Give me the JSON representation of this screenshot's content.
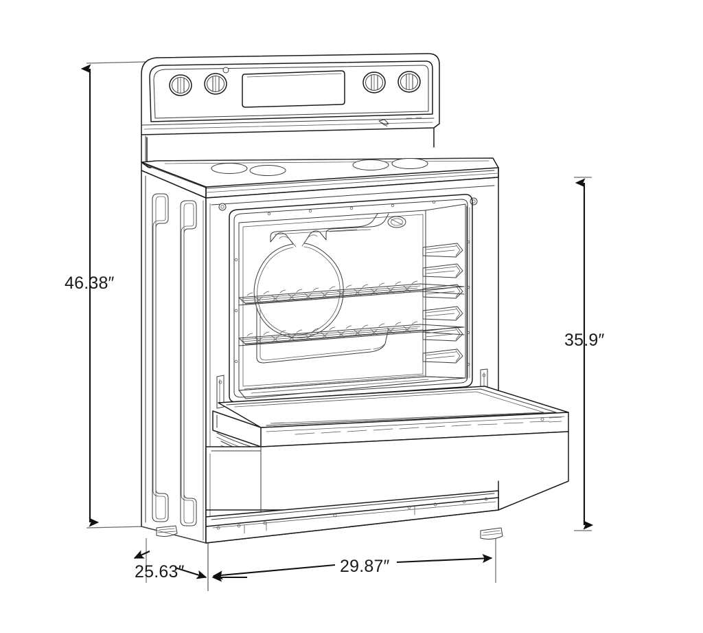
{
  "drawing": {
    "title": "Freestanding electric range dimension drawing",
    "view": "front three-quarter perspective, oven door open",
    "background_color": "#ffffff",
    "line_color": "#1a1a1a",
    "units": "inches"
  },
  "dimensions": {
    "overall_height": {
      "value": "46.38″",
      "orientation": "vertical",
      "position": "left",
      "measures": "overall height including backguard"
    },
    "cooktop_height": {
      "value": "35.9″",
      "orientation": "vertical",
      "position": "right",
      "measures": "height to cooktop surface"
    },
    "overall_width": {
      "value": "29.87″",
      "orientation": "horizontal",
      "position": "bottom",
      "measures": "overall width"
    },
    "overall_depth": {
      "value": "25.63″",
      "orientation": "diagonal",
      "position": "bottom-left",
      "measures": "overall depth"
    }
  },
  "appliance": {
    "type": "range",
    "control_panel": {
      "knob_count": 4,
      "knobs": [
        {
          "name": "left-rear-element-knob"
        },
        {
          "name": "left-front-element-knob"
        },
        {
          "name": "right-front-element-knob"
        },
        {
          "name": "right-rear-element-knob"
        }
      ],
      "indicator_light": "surface-element-indicator",
      "display": "oven-control-display"
    },
    "cooktop": {
      "element_count": 4,
      "elements": [
        {
          "name": "left-rear-burner"
        },
        {
          "name": "left-front-burner"
        },
        {
          "name": "right-front-burner"
        },
        {
          "name": "right-rear-burner"
        }
      ]
    },
    "oven_cavity": {
      "bake_element": "circular bake element",
      "rack_count": 2,
      "rack_guide_positions": 6,
      "oven_light": "oven-light"
    },
    "door": {
      "state": "open",
      "handle": "curved bar handle",
      "vent_slots": 10
    },
    "base": {
      "kick_plate": true,
      "leveling_feet": 2
    }
  }
}
